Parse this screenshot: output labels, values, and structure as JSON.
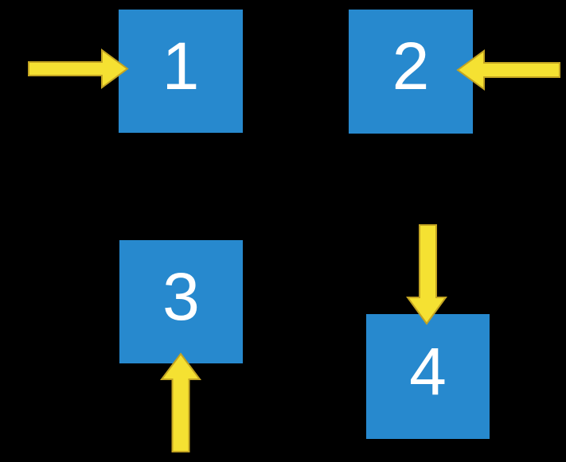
{
  "diagram": {
    "background": "#000000",
    "nodes": [
      {
        "id": "box-1",
        "label": "1",
        "arrow_direction": "right",
        "arrow_enters_from": "left"
      },
      {
        "id": "box-2",
        "label": "2",
        "arrow_direction": "left",
        "arrow_enters_from": "right"
      },
      {
        "id": "box-3",
        "label": "3",
        "arrow_direction": "up",
        "arrow_enters_from": "bottom"
      },
      {
        "id": "box-4",
        "label": "4",
        "arrow_direction": "down",
        "arrow_enters_from": "top"
      }
    ],
    "colors": {
      "background": "#000000",
      "box_fill": "#2789CE",
      "label_text": "#FFFFFF",
      "arrow_fill": "#F5E132",
      "arrow_stroke": "#C3A422"
    }
  }
}
